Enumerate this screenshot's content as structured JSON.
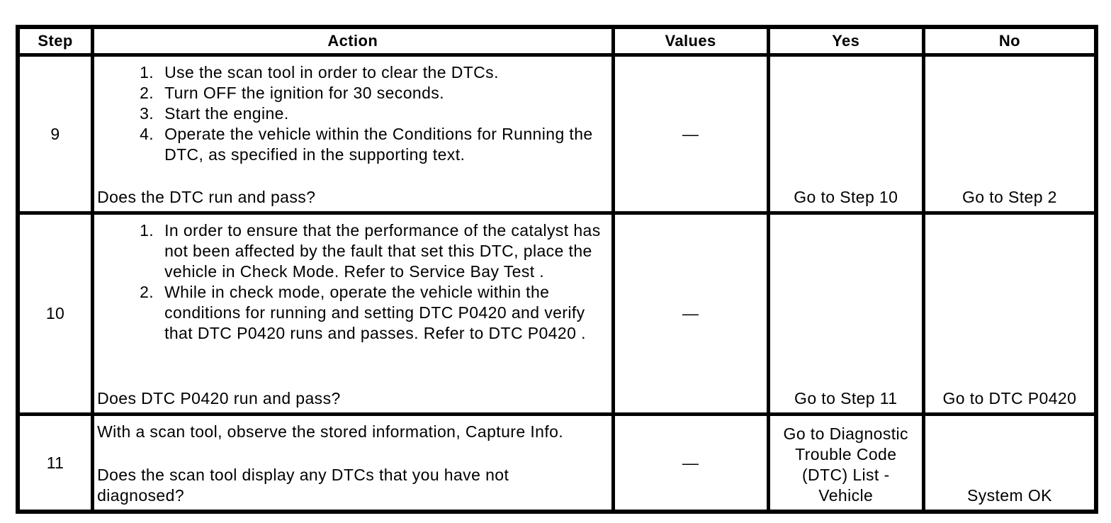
{
  "colors": {
    "background": "#ffffff",
    "border": "#000000",
    "text": "#000000"
  },
  "table": {
    "headers": [
      "Step",
      "Action",
      "Values",
      "Yes",
      "No"
    ],
    "rows": [
      {
        "step": "9",
        "action_list": [
          {
            "num": "1.",
            "text": "Use the scan tool in order to clear the DTCs."
          },
          {
            "num": "2.",
            "text": "Turn OFF the ignition for 30 seconds."
          },
          {
            "num": "3.",
            "text": "Start the engine."
          },
          {
            "num": "4.",
            "text": "Operate the vehicle within the Conditions for Running the DTC, as specified in the supporting text."
          }
        ],
        "question": "Does the DTC run and pass?",
        "values": "—",
        "yes": "Go to Step 10",
        "no": "Go to Step 2"
      },
      {
        "step": "10",
        "action_list": [
          {
            "num": "1.",
            "text": "In order to ensure that the performance of the catalyst has not been affected by the fault that set this DTC, place the vehicle in Check Mode. Refer to Service Bay Test ."
          },
          {
            "num": "2.",
            "text": "While in check mode, operate the vehicle within the conditions for running and setting DTC P0420 and verify that DTC P0420 runs and passes. Refer to DTC P0420 ."
          }
        ],
        "question": "Does DTC P0420 run and pass?",
        "values": "—",
        "yes": "Go to Step 11",
        "no": "Go to DTC P0420"
      },
      {
        "step": "11",
        "action_intro": "With a scan tool, observe the stored information, Capture Info.",
        "question": "Does the scan tool display any DTCs that you have not diagnosed?",
        "values": "—",
        "yes": "Go to Diagnostic Trouble Code (DTC) List - Vehicle",
        "no": "System OK"
      }
    ]
  }
}
